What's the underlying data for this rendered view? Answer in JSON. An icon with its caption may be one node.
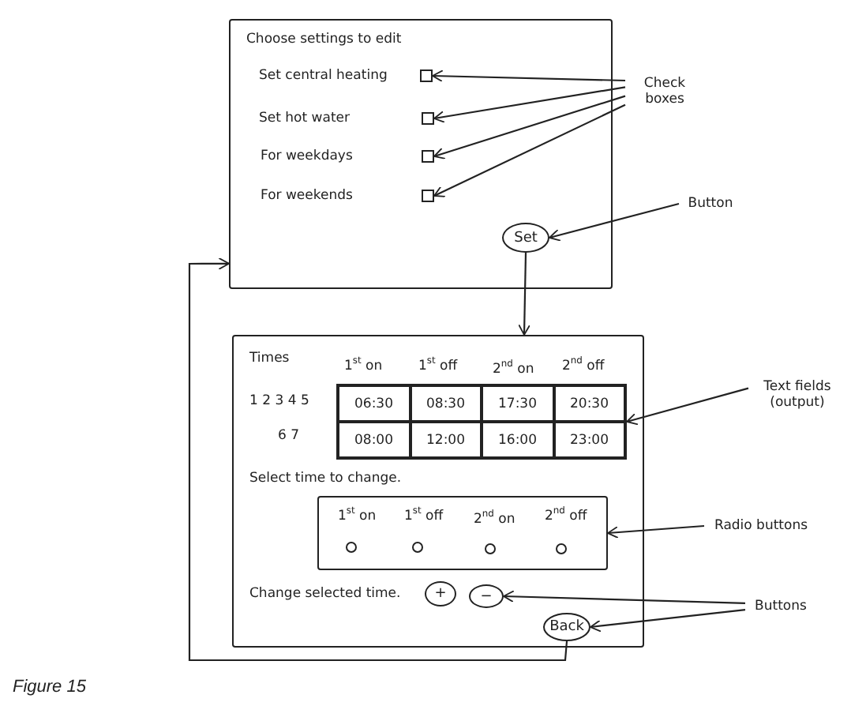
{
  "diagram": {
    "caption": "Figure 15",
    "nodes": [
      {
        "text": [
          "Choose settings to edit",
          "Set central heating",
          "Set hot water",
          "For weekdays",
          "For weekends"
        ]
      },
      {
        "text": [],
        "shape": "box",
        "in": 0
      },
      {
        "text": [],
        "shape": "box",
        "in": 0
      },
      {
        "text": [],
        "shape": "box",
        "in": 0
      },
      {
        "text": [],
        "shape": "box",
        "in": 0
      },
      {
        "text": [
          "Set"
        ],
        "in": 0
      },
      {
        "text": [
          "Check boxes"
        ]
      },
      {
        "text": [
          "Button"
        ]
      },
      {
        "text": [
          "Times",
          "1$^{st}$ on",
          "1$^{st}$ off",
          "2$^{nd}$ on",
          "2$^{nd}$ off",
          "1 2 3 4 5",
          "6 7",
          "Select time to change.",
          "Change selected time."
        ]
      },
      {
        "text": [
          "06:30",
          "08:30",
          "17:30",
          "20:30",
          "08:00",
          "12:00",
          "16:00",
          "23:00"
        ],
        "in": 8
      },
      {
        "text": [
          "1$^{st}$ on",
          "1$^{st}$ off",
          "2$^{nd}$ on",
          "2$^{nd}$ off"
        ],
        "in": 8
      },
      {
        "text": [
          "+"
        ],
        "in": 8
      },
      {
        "text": [
          "−"
        ],
        "in": 8
      },
      {
        "text": [
          "Back"
        ],
        "in": 8
      },
      {
        "text": [
          "Text fields (output)"
        ]
      },
      {
        "text": [
          "Radio buttons"
        ]
      },
      {
        "text": [
          "Buttons"
        ]
      }
    ],
    "edges": [
      {
        "from": 6,
        "to": 1,
        "arrow": "to"
      },
      {
        "from": 6,
        "to": 2,
        "arrow": "to"
      },
      {
        "from": 6,
        "to": 3,
        "arrow": "to"
      },
      {
        "from": 6,
        "to": 4,
        "arrow": "to"
      },
      {
        "from": 7,
        "to": 5,
        "arrow": "to"
      },
      {
        "from": 5,
        "to": 8,
        "arrow": "to"
      },
      {
        "from": 13,
        "to": 0,
        "arrow": "to"
      },
      {
        "from": 14,
        "to": 9,
        "arrow": "to"
      },
      {
        "from": 15,
        "to": 10,
        "arrow": "to"
      },
      {
        "from": 16,
        "to": 12,
        "arrow": "to"
      },
      {
        "from": 16,
        "to": 13,
        "arrow": "to"
      }
    ]
  }
}
